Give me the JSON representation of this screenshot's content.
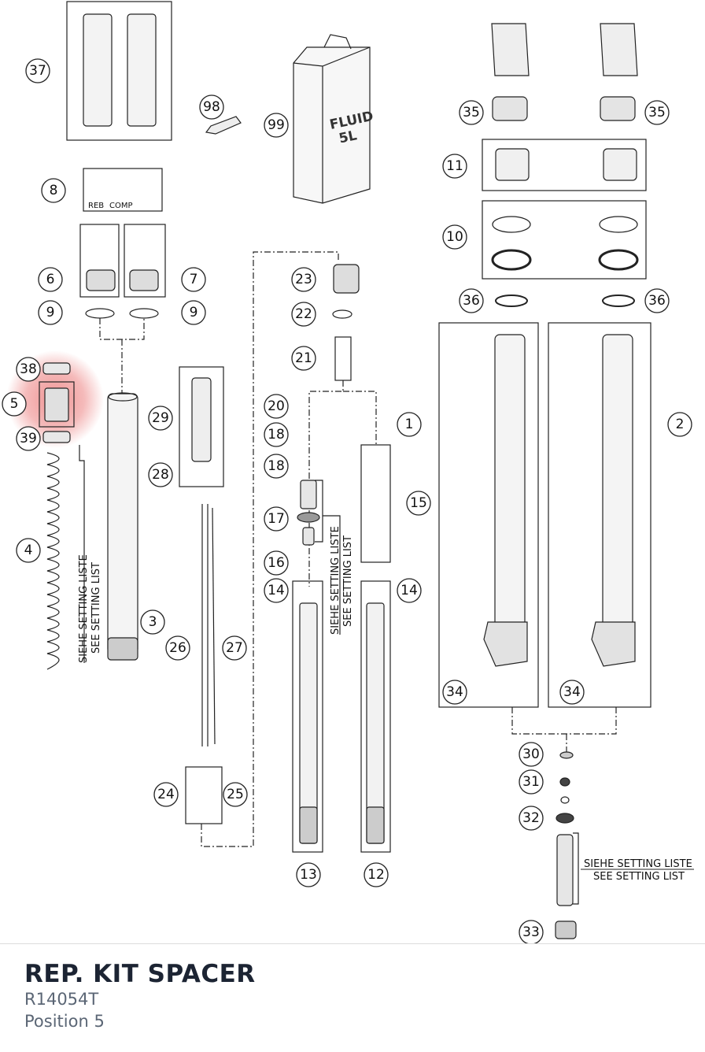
{
  "callouts": [
    {
      "n": "37"
    },
    {
      "n": "98"
    },
    {
      "n": "99"
    },
    {
      "n": "8"
    },
    {
      "n": "6"
    },
    {
      "n": "7"
    },
    {
      "n": "9"
    },
    {
      "n": "9"
    },
    {
      "n": "38"
    },
    {
      "n": "5"
    },
    {
      "n": "39"
    },
    {
      "n": "4"
    },
    {
      "n": "3"
    },
    {
      "n": "29"
    },
    {
      "n": "28"
    },
    {
      "n": "26"
    },
    {
      "n": "27"
    },
    {
      "n": "24"
    },
    {
      "n": "25"
    },
    {
      "n": "23"
    },
    {
      "n": "22"
    },
    {
      "n": "21"
    },
    {
      "n": "20"
    },
    {
      "n": "18"
    },
    {
      "n": "18"
    },
    {
      "n": "17"
    },
    {
      "n": "16"
    },
    {
      "n": "14"
    },
    {
      "n": "14"
    },
    {
      "n": "15"
    },
    {
      "n": "13"
    },
    {
      "n": "12"
    },
    {
      "n": "35"
    },
    {
      "n": "35"
    },
    {
      "n": "11"
    },
    {
      "n": "10"
    },
    {
      "n": "36"
    },
    {
      "n": "36"
    },
    {
      "n": "1"
    },
    {
      "n": "2"
    },
    {
      "n": "34"
    },
    {
      "n": "34"
    },
    {
      "n": "30"
    },
    {
      "n": "31"
    },
    {
      "n": "32"
    },
    {
      "n": "33"
    }
  ],
  "texts": {
    "reb": "REB",
    "comp": "COMP",
    "fluid": "FLUID",
    "fluid_volume": "5L",
    "siehe": "SIEHE SETTING LISTE",
    "see": "SEE SETTING LIST"
  },
  "highlight": {
    "position": "5",
    "color": "#e23b3b"
  },
  "part": {
    "title": "REP. KIT SPACER",
    "number": "R14054T",
    "position": "Position 5"
  }
}
